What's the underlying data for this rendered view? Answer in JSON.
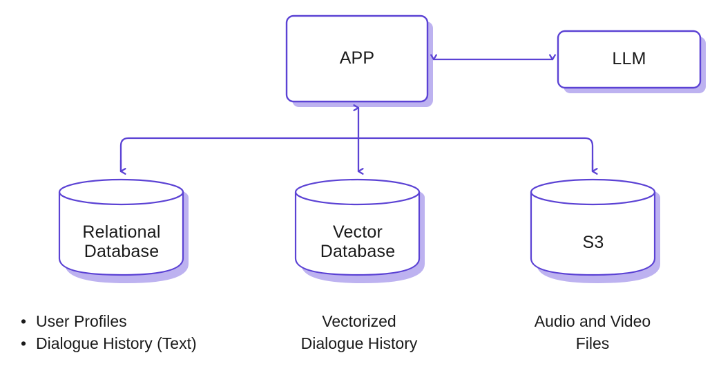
{
  "diagram": {
    "type": "architecture-block-diagram",
    "background_color": "#ffffff",
    "colors": {
      "stroke": "#5b42d4",
      "shadow": "#bdb2f0",
      "fill": "#ffffff",
      "text": "#1a1a1a"
    },
    "nodes": [
      {
        "id": "app",
        "shape": "rounded-rectangle",
        "label": "APP"
      },
      {
        "id": "llm",
        "shape": "rounded-rectangle",
        "label": "LLM"
      },
      {
        "id": "relational-database",
        "shape": "cylinder",
        "label": "Relational\nDatabase"
      },
      {
        "id": "vector-database",
        "shape": "cylinder",
        "label": "Vector\nDatabase"
      },
      {
        "id": "s3",
        "shape": "cylinder",
        "label": "S3"
      }
    ],
    "connections": [
      {
        "id": "app-llm",
        "from": "app",
        "to": "llm",
        "direction": "bidirectional"
      },
      {
        "id": "app-relational-database",
        "from": "app",
        "to": "relational-database",
        "direction": "down"
      },
      {
        "id": "app-vector-database",
        "from": "app",
        "to": "vector-database",
        "direction": "bidirectional-vertical"
      },
      {
        "id": "app-s3",
        "from": "app",
        "to": "s3",
        "direction": "down"
      }
    ],
    "captions": {
      "relational_database": {
        "style": "bulleted",
        "items": [
          "User Profiles",
          "Dialogue History (Text)"
        ],
        "bullet_glyph": "•"
      },
      "vector_database": {
        "style": "centered",
        "text": "Vectorized\nDialogue History"
      },
      "s3": {
        "style": "centered",
        "text": "Audio and Video\nFiles"
      }
    }
  }
}
